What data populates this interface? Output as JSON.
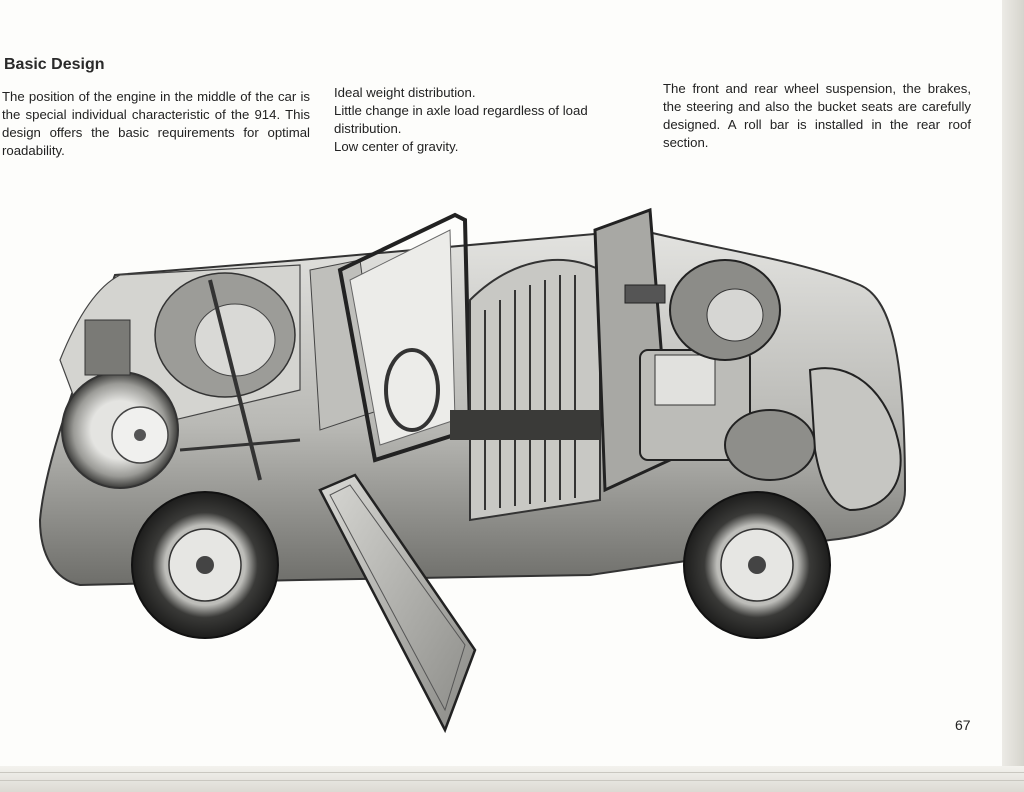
{
  "heading": "Basic Design",
  "paragraph_left": "The position of the engine in the middle of the car is the special individual characteristic of the 914. This design offers the basic requirements for optimal roadability.",
  "paragraph_middle": {
    "line1": "Ideal weight distribution.",
    "line2": "Little change in axle load regardless of load distribution.",
    "line3": "Low center of gravity."
  },
  "paragraph_right": "The front and rear wheel suspension, the brakes, the steering and also the bucket seats are carefully designed. A roll bar is installed in the rear roof section.",
  "page_number": "67"
}
